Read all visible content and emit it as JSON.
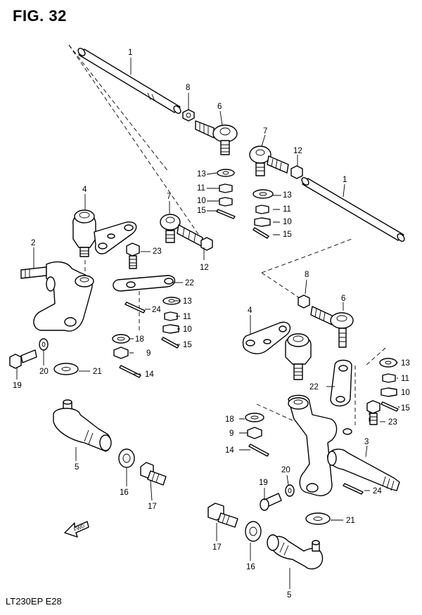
{
  "figure": {
    "title": "FIG. 32",
    "code": "LT230EP  E28",
    "fwd_label": "FWD"
  },
  "callouts": [
    {
      "id": "c1a",
      "text": "1"
    },
    {
      "id": "c8a",
      "text": "8"
    },
    {
      "id": "c6a",
      "text": "6"
    },
    {
      "id": "c7a",
      "text": "7"
    },
    {
      "id": "c12a",
      "text": "12"
    },
    {
      "id": "c1b",
      "text": "1"
    },
    {
      "id": "c13a",
      "text": "13"
    },
    {
      "id": "c11a",
      "text": "11"
    },
    {
      "id": "c10a",
      "text": "10"
    },
    {
      "id": "c15a",
      "text": "15"
    },
    {
      "id": "c13b",
      "text": "13"
    },
    {
      "id": "c11b",
      "text": "11"
    },
    {
      "id": "c10b",
      "text": "10"
    },
    {
      "id": "c15b",
      "text": "15"
    },
    {
      "id": "c4a",
      "text": "4"
    },
    {
      "id": "c7b",
      "text": "7"
    },
    {
      "id": "c23a",
      "text": "23"
    },
    {
      "id": "c12b",
      "text": "12"
    },
    {
      "id": "c2",
      "text": "2"
    },
    {
      "id": "c22a",
      "text": "22"
    },
    {
      "id": "c24a",
      "text": "24"
    },
    {
      "id": "c13c",
      "text": "13"
    },
    {
      "id": "c11c",
      "text": "11"
    },
    {
      "id": "c10c",
      "text": "10"
    },
    {
      "id": "c18a",
      "text": "18"
    },
    {
      "id": "c9a",
      "text": "9"
    },
    {
      "id": "c15c",
      "text": "15"
    },
    {
      "id": "c19a",
      "text": "19"
    },
    {
      "id": "c20a",
      "text": "20"
    },
    {
      "id": "c21a",
      "text": "21"
    },
    {
      "id": "c14a",
      "text": "14"
    },
    {
      "id": "c5a",
      "text": "5"
    },
    {
      "id": "c16a",
      "text": "16"
    },
    {
      "id": "c17a",
      "text": "17"
    },
    {
      "id": "c8b",
      "text": "8"
    },
    {
      "id": "c6b",
      "text": "6"
    },
    {
      "id": "c4b",
      "text": "4"
    },
    {
      "id": "c13d",
      "text": "13"
    },
    {
      "id": "c11d",
      "text": "11"
    },
    {
      "id": "c10d",
      "text": "10"
    },
    {
      "id": "c15d",
      "text": "15"
    },
    {
      "id": "c22b",
      "text": "22"
    },
    {
      "id": "c23b",
      "text": "23"
    },
    {
      "id": "c18b",
      "text": "18"
    },
    {
      "id": "c9b",
      "text": "9"
    },
    {
      "id": "c14b",
      "text": "14"
    },
    {
      "id": "c3",
      "text": "3"
    },
    {
      "id": "c20b",
      "text": "20"
    },
    {
      "id": "c19b",
      "text": "19"
    },
    {
      "id": "c24b",
      "text": "24"
    },
    {
      "id": "c21b",
      "text": "21"
    },
    {
      "id": "c17b",
      "text": "17"
    },
    {
      "id": "c16b",
      "text": "16"
    },
    {
      "id": "c5b",
      "text": "5"
    }
  ]
}
